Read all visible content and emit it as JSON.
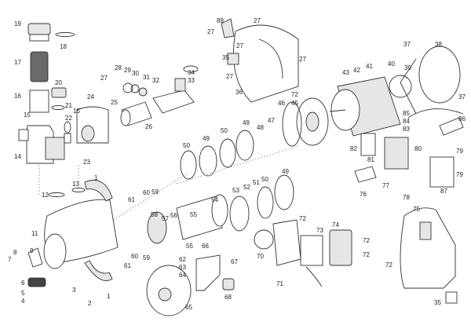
{
  "diagram_title": "",
  "callouts": [
    "19",
    "18",
    "17",
    "16",
    "20",
    "21",
    "15",
    "15",
    "22",
    "14",
    "24",
    "23",
    "25",
    "26",
    "27",
    "28",
    "29",
    "30",
    "31",
    "32",
    "34",
    "33",
    "88",
    "27",
    "35",
    "27",
    "27",
    "27",
    "27",
    "36",
    "72",
    "46",
    "45",
    "49",
    "48",
    "47",
    "43",
    "42",
    "41",
    "40",
    "39",
    "37",
    "38",
    "37",
    "85",
    "84",
    "83",
    "86",
    "82",
    "80",
    "79",
    "81",
    "50",
    "49",
    "50",
    "1",
    "13",
    "12",
    "60",
    "59",
    "61",
    "58",
    "57",
    "56",
    "55",
    "54",
    "55",
    "11",
    "9",
    "8",
    "7",
    "66",
    "67",
    "60",
    "59",
    "61",
    "62",
    "63",
    "64",
    "6",
    "5",
    "4",
    "3",
    "2",
    "1",
    "68",
    "65",
    "53",
    "52",
    "51",
    "50",
    "49",
    "72",
    "73",
    "74",
    "72",
    "72",
    "70",
    "71",
    "76",
    "77",
    "78",
    "87",
    "79",
    "75",
    "72",
    "35"
  ]
}
